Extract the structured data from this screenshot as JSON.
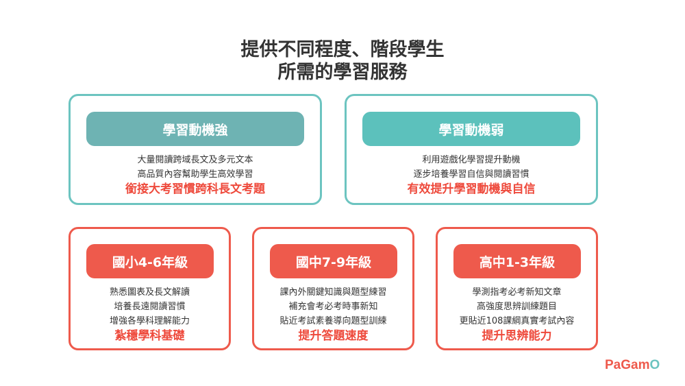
{
  "title": {
    "line1": "提供不同程度、階段學生",
    "line2": "所需的學習服務"
  },
  "motivation_cards": [
    {
      "label": "學習動機強",
      "lines": [
        "大量閱讀跨域長文及多元文本",
        "高品質內容幫助學生高效學習"
      ],
      "highlight": "銜接大考習慣跨科長文考題",
      "pill_color": "#6eb3b3"
    },
    {
      "label": "學習動機弱",
      "lines": [
        "利用遊戲化學習提升動機",
        "逐步培養學習自信與閱讀習慣"
      ],
      "highlight": "有效提升學習動機與自信",
      "pill_color": "#5cc1bc"
    }
  ],
  "grade_cards": [
    {
      "label": "國小4-6年級",
      "lines": [
        "熟悉圖表及長文解讀",
        "培養長遠閱讀習慣",
        "增強各學科理解能力"
      ],
      "highlight": "紮穩學科基礎"
    },
    {
      "label": "國中7-9年級",
      "lines": [
        "課內外關鍵知識與題型練習",
        "補充會考必考時事新知",
        "貼近考試素養導向題型訓練"
      ],
      "highlight": "提升答題速度"
    },
    {
      "label": "高中1-3年級",
      "lines": [
        "學測指考必考新知文章",
        "高強度思辨訓練題目",
        "更貼近108課綱真實考試內容"
      ],
      "highlight": "提升思辨能力"
    }
  ],
  "logo": {
    "text": "PaGam",
    "mark": "O"
  }
}
